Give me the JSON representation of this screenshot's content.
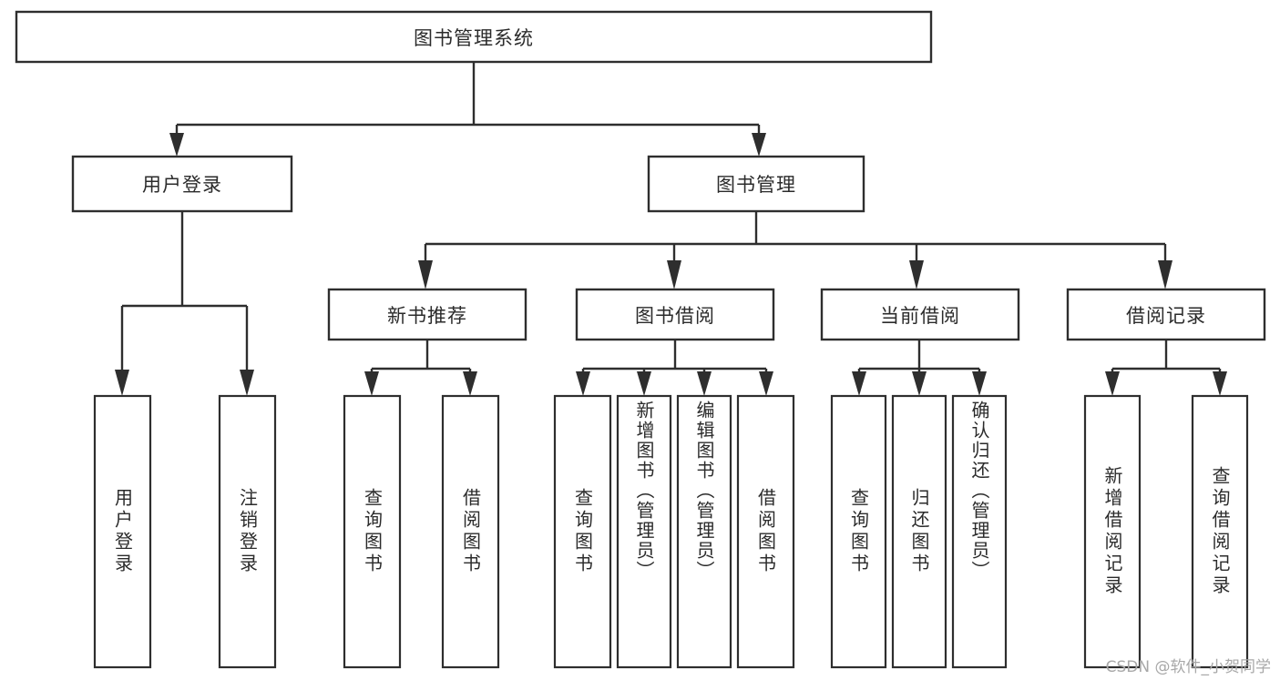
{
  "diagram": {
    "title": "图书管理系统",
    "type": "tree-hierarchy",
    "watermark": "CSDN @软件_小贺同学",
    "colors": {
      "stroke": "#2e2e2e",
      "box_fill": "#ffffff",
      "text": "#2b2b2b",
      "background": "#ffffff",
      "watermark": "#a8a8a8"
    },
    "root": {
      "label": "图书管理系统"
    },
    "level2": [
      {
        "label": "用户登录"
      },
      {
        "label": "图书管理"
      }
    ],
    "level3": [
      {
        "label": "新书推荐"
      },
      {
        "label": "图书借阅"
      },
      {
        "label": "当前借阅"
      },
      {
        "label": "借阅记录"
      }
    ],
    "leaves": {
      "user_login": [
        {
          "label": "用户登录"
        },
        {
          "label": "注销登录"
        }
      ],
      "new_book_recommend": [
        {
          "label": "查询图书"
        },
        {
          "label": "借阅图书"
        }
      ],
      "book_borrow": [
        {
          "label": "查询图书"
        },
        {
          "label": "新增图书（管理员）"
        },
        {
          "label": "编辑图书（管理员）"
        },
        {
          "label": "借阅图书"
        }
      ],
      "current_borrow": [
        {
          "label": "查询图书"
        },
        {
          "label": "归还图书"
        },
        {
          "label": "确认归还（管理员）"
        }
      ],
      "borrow_record": [
        {
          "label": "新增借阅记录"
        },
        {
          "label": "查询借阅记录"
        }
      ]
    }
  }
}
